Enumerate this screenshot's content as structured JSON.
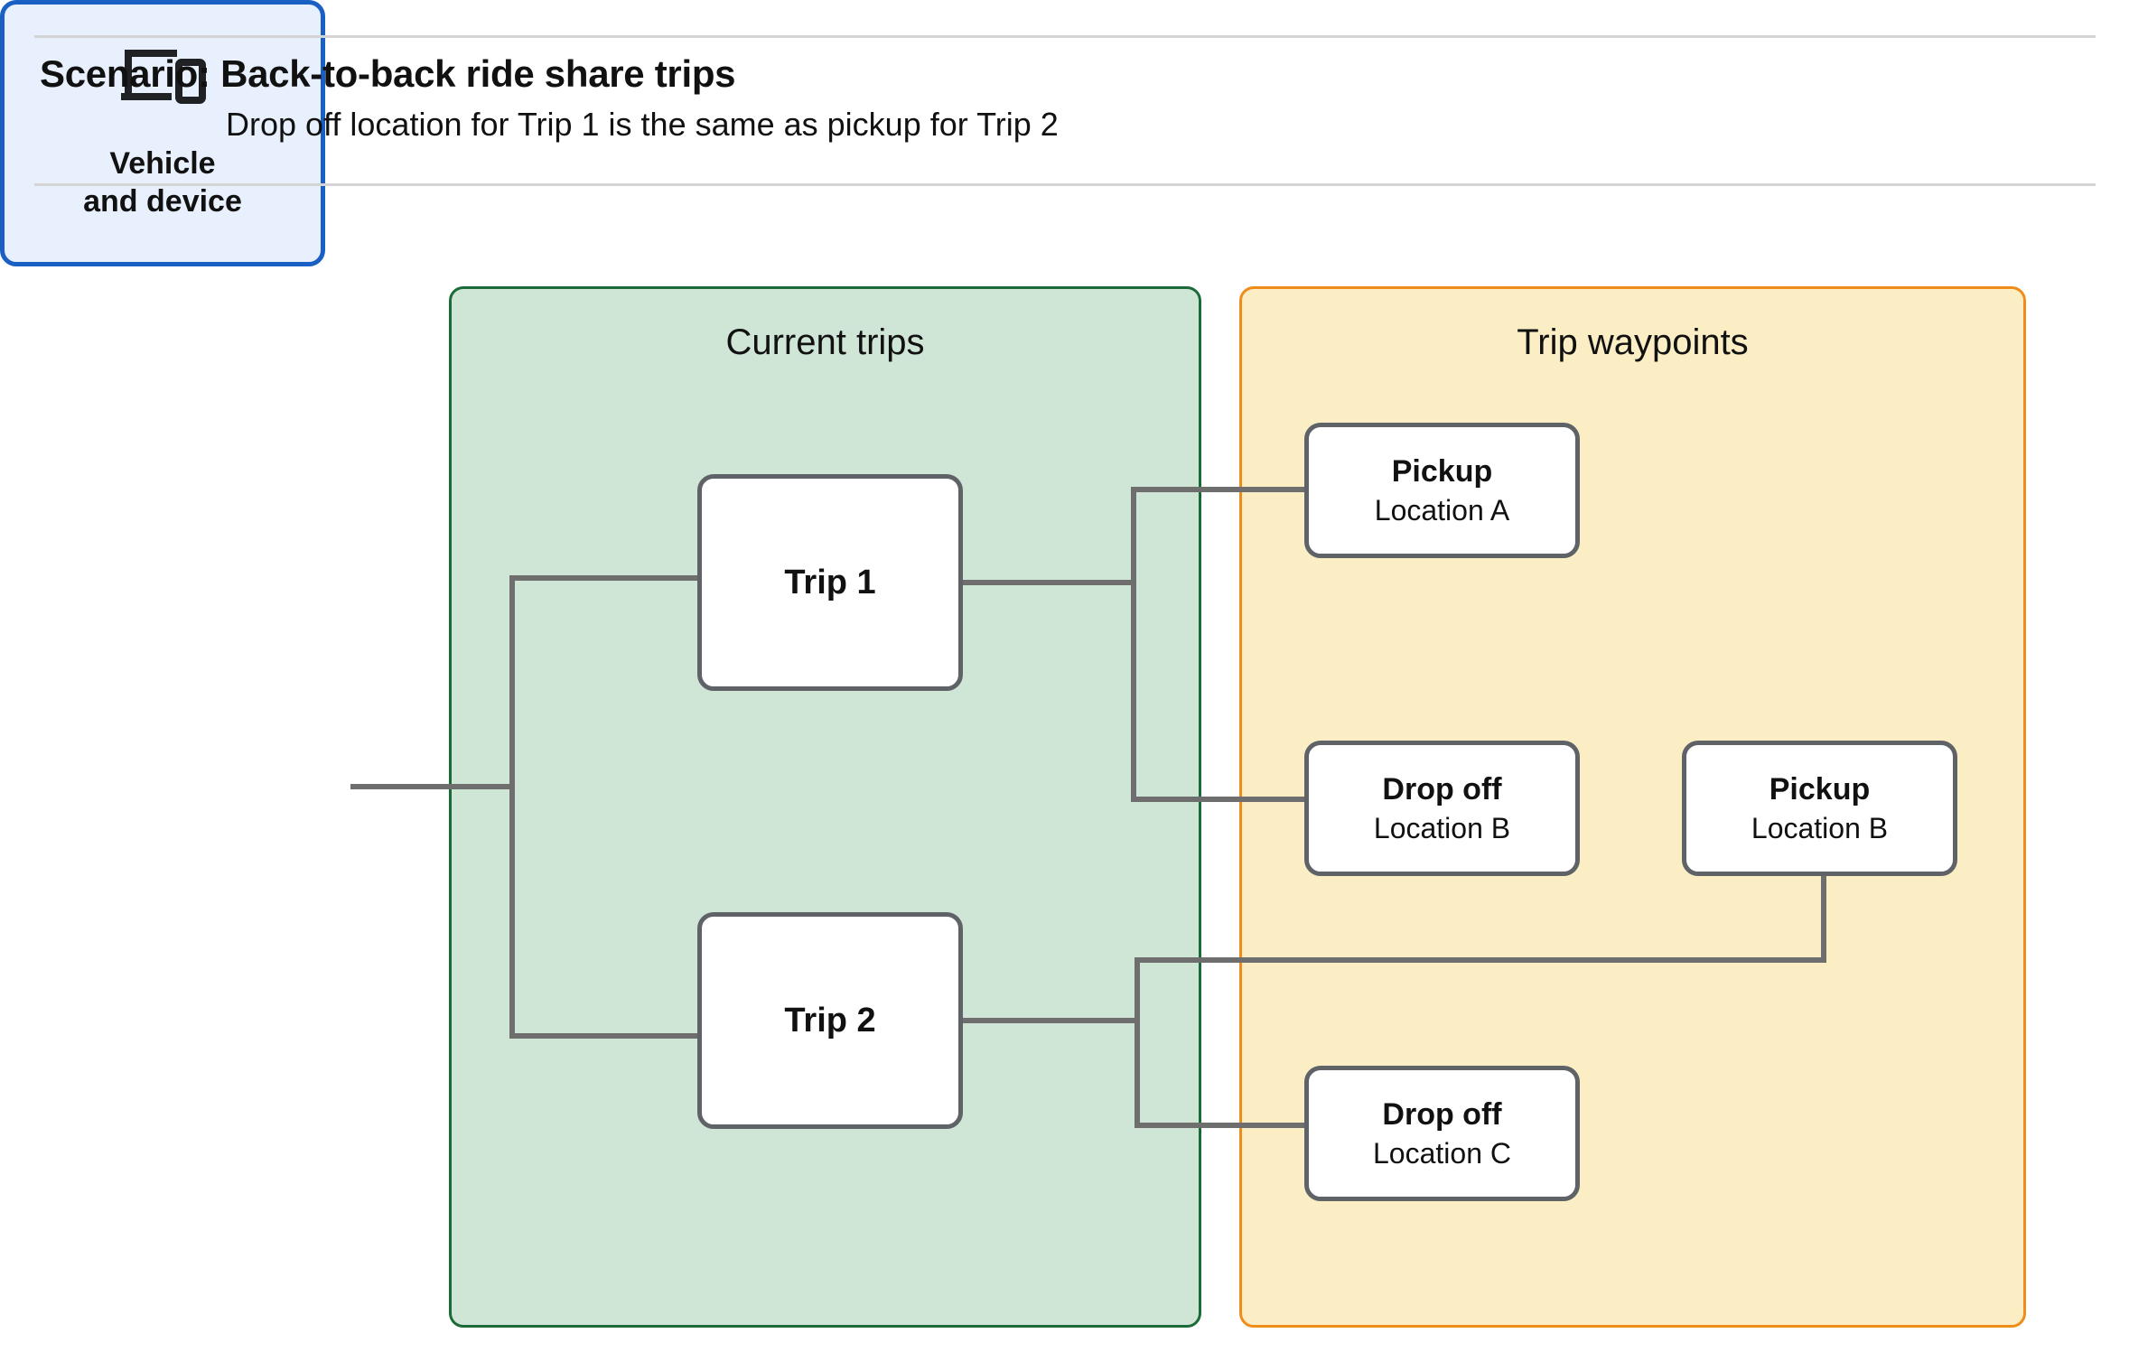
{
  "header": {
    "title": "Scenario: Back-to-back ride share trips",
    "subtitle": "Drop off  location for Trip 1 is the same as pickup for Trip 2"
  },
  "groups": {
    "current_trips": {
      "title": "Current trips",
      "fill": "#cfe6d7",
      "border": "#1b6b38"
    },
    "trip_waypoints": {
      "title": "Trip waypoints",
      "fill": "#fbeec5",
      "border": "#f08c19"
    }
  },
  "vehicle": {
    "label_line1": "Vehicle",
    "label_line2": "and device",
    "icon": "laptop-and-phone-icon",
    "fill": "#e8f0fe",
    "border": "#1a5fc4"
  },
  "trips": [
    {
      "label": "Trip 1"
    },
    {
      "label": "Trip 2"
    }
  ],
  "waypoints": [
    {
      "type": "Pickup",
      "location": "Location A"
    },
    {
      "type": "Drop off",
      "location": "Location B"
    },
    {
      "type": "Pickup",
      "location": "Location B"
    },
    {
      "type": "Drop off",
      "location": "Location C"
    }
  ],
  "connector_color": "#6e6e6e",
  "edges": [
    {
      "from": "vehicle",
      "to": "trip-1"
    },
    {
      "from": "vehicle",
      "to": "trip-2"
    },
    {
      "from": "trip-1",
      "to": "pickup-a"
    },
    {
      "from": "trip-1",
      "to": "dropoff-b"
    },
    {
      "from": "trip-2",
      "to": "pickup-b"
    },
    {
      "from": "trip-2",
      "to": "dropoff-c"
    }
  ]
}
